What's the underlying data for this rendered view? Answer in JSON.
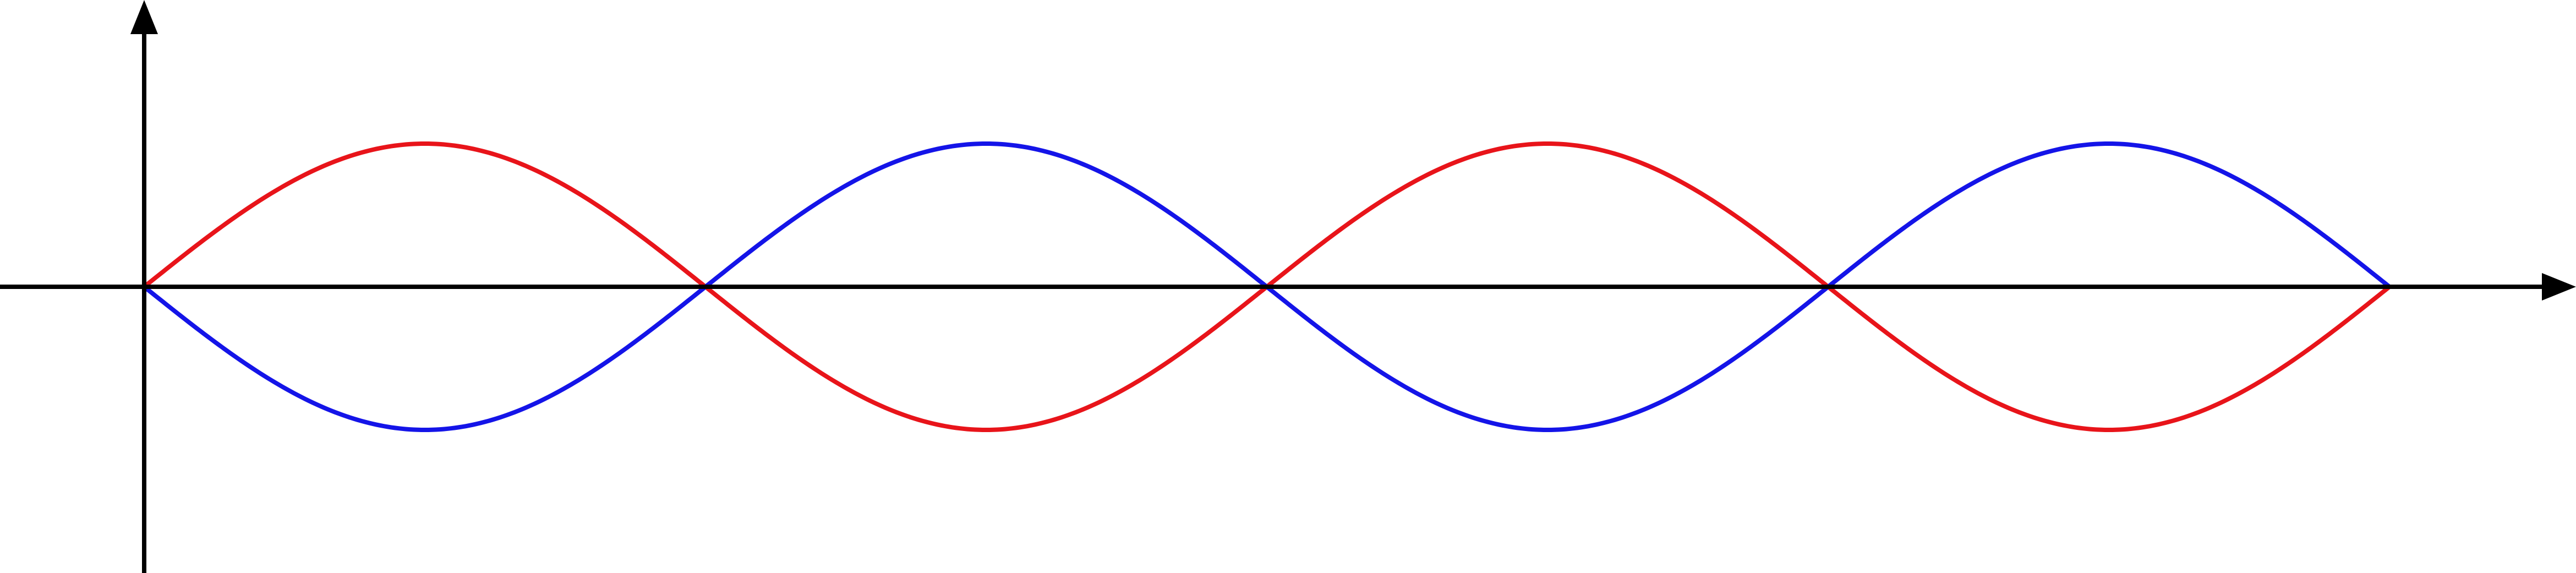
{
  "chart_data": {
    "type": "line",
    "title": "",
    "xlabel": "",
    "ylabel": "",
    "grid": false,
    "legend": "none",
    "xlim": [
      -1,
      16.1
    ],
    "ylim": [
      -2,
      2
    ],
    "series": [
      {
        "color": "#e8141a",
        "function": "sin",
        "amplitude": 1,
        "period": 8,
        "x": [
          0,
          1,
          2,
          3,
          4,
          5,
          6,
          7,
          8,
          9,
          10,
          11,
          12,
          13,
          14,
          15,
          16
        ],
        "values": [
          0,
          0.707,
          1,
          0.707,
          0,
          -0.707,
          -1,
          -0.707,
          0,
          0.707,
          1,
          0.707,
          0,
          -0.707,
          -1,
          -0.707,
          0
        ]
      },
      {
        "color": "#1414e8",
        "function": "-sin",
        "amplitude": 1,
        "period": 8,
        "x": [
          0,
          1,
          2,
          3,
          4,
          5,
          6,
          7,
          8,
          9,
          10,
          11,
          12,
          13,
          14,
          15,
          16
        ],
        "values": [
          0,
          -0.707,
          -1,
          -0.707,
          0,
          0.707,
          1,
          0.707,
          0,
          -0.707,
          -1,
          -0.707,
          0,
          0.707,
          1,
          0.707,
          0
        ]
      }
    ]
  }
}
